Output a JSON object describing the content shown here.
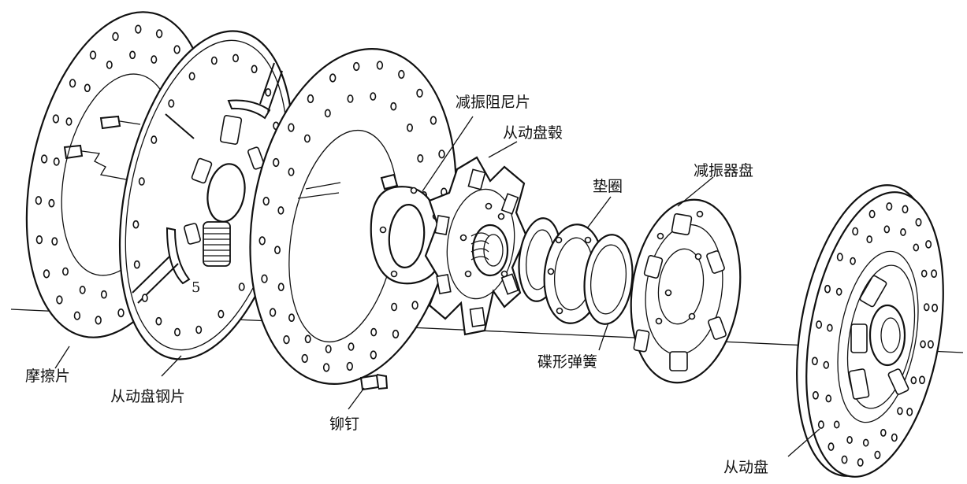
{
  "labels": {
    "friction_lining": "摩擦片",
    "driven_plate_steel": "从动盘钢片",
    "rivet": "铆钉",
    "damper_friction": "减振阻尼片",
    "driven_hub": "从动盘毂",
    "washer": "垫圈",
    "damper_plate": "减振器盘",
    "disc_spring": "碟形弹簧",
    "driven_disc": "从动盘",
    "spring_number": "5"
  }
}
